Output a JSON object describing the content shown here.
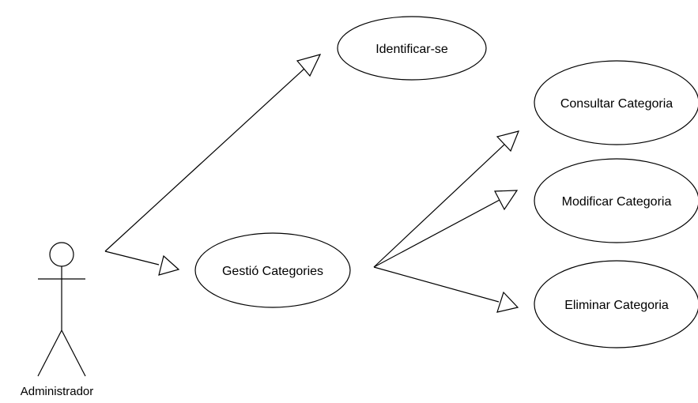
{
  "actor": {
    "name": "Administrador"
  },
  "use_cases": {
    "identificarse": "Identificar-se",
    "gestio": "Gestió Categories",
    "consultar": "Consultar Categoria",
    "modificar": "Modificar Categoria",
    "eliminar": "Eliminar Categoria"
  },
  "colors": {
    "stroke": "#000000",
    "background": "#ffffff"
  }
}
